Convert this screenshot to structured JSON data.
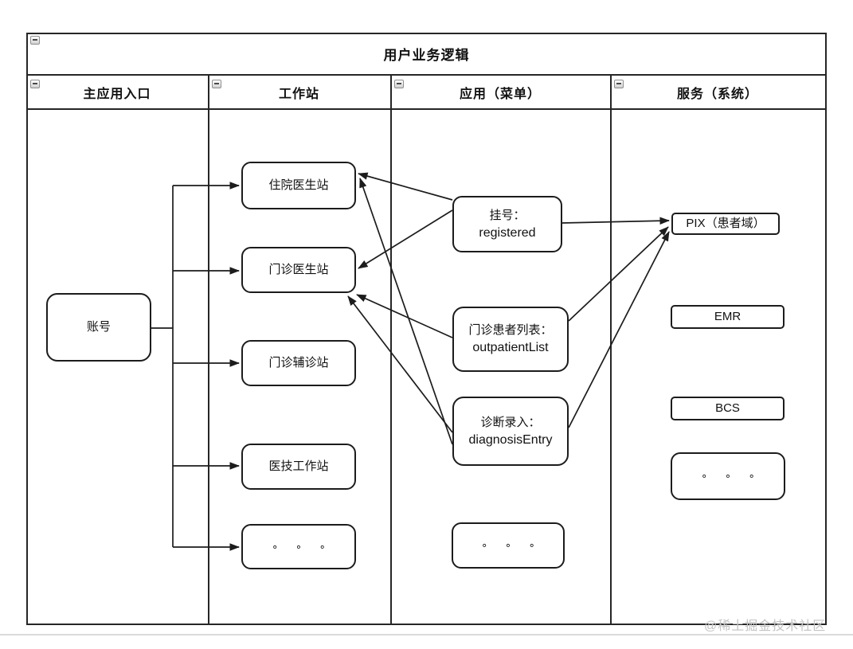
{
  "diagram": {
    "title": "用户业务逻辑",
    "watermark": "@稀土掘金技术社区",
    "colors": {
      "stroke": "#1c1c1c",
      "frame": "#262626",
      "watermark": "#c3c3c3",
      "background": "#ffffff"
    },
    "lanes": [
      {
        "id": "main-entry",
        "label": "主应用入口"
      },
      {
        "id": "workstation",
        "label": "工作站"
      },
      {
        "id": "app-menu",
        "label": "应用（菜单）"
      },
      {
        "id": "service-system",
        "label": "服务（系统）"
      }
    ],
    "nodes": [
      {
        "id": "account",
        "lane": "main-entry",
        "lines": [
          "账号"
        ]
      },
      {
        "id": "ws-inpatient-doctor",
        "lane": "workstation",
        "lines": [
          "住院医生站"
        ]
      },
      {
        "id": "ws-outpatient-doctor",
        "lane": "workstation",
        "lines": [
          "门诊医生站"
        ]
      },
      {
        "id": "ws-outpatient-assist",
        "lane": "workstation",
        "lines": [
          "门诊辅诊站"
        ]
      },
      {
        "id": "ws-medtech",
        "lane": "workstation",
        "lines": [
          "医技工作站"
        ]
      },
      {
        "id": "ws-more",
        "lane": "workstation",
        "lines": [
          "∘ ∘ ∘"
        ]
      },
      {
        "id": "menu-registered",
        "lane": "app-menu",
        "lines": [
          "挂号：",
          "registered"
        ]
      },
      {
        "id": "menu-outpatient-list",
        "lane": "app-menu",
        "lines": [
          "门诊患者列表：",
          "outpatientList"
        ]
      },
      {
        "id": "menu-diagnosis-entry",
        "lane": "app-menu",
        "lines": [
          "诊断录入：",
          "diagnosisEntry"
        ]
      },
      {
        "id": "menu-more",
        "lane": "app-menu",
        "lines": [
          "∘ ∘ ∘"
        ]
      },
      {
        "id": "svc-pix",
        "lane": "service-system",
        "lines": [
          "PIX（患者域）"
        ]
      },
      {
        "id": "svc-emr",
        "lane": "service-system",
        "lines": [
          "EMR"
        ]
      },
      {
        "id": "svc-bcs",
        "lane": "service-system",
        "lines": [
          "BCS"
        ]
      },
      {
        "id": "svc-more",
        "lane": "service-system",
        "lines": [
          "∘ ∘ ∘"
        ]
      }
    ],
    "edges": [
      {
        "name": "account-to-trunk",
        "from": "account",
        "to": "trunk",
        "arrow": false,
        "points": [
          [
            190,
            412
          ],
          [
            217,
            412
          ]
        ]
      },
      {
        "name": "trunk-vertical",
        "from": "trunk",
        "to": "trunk",
        "arrow": false,
        "points": [
          [
            217,
            233
          ],
          [
            217,
            687
          ]
        ]
      },
      {
        "name": "trunk-to-inpatient-doctor",
        "from": "account",
        "to": "ws-inpatient-doctor",
        "arrow": true,
        "points": [
          [
            217,
            233
          ],
          [
            300,
            233
          ]
        ]
      },
      {
        "name": "trunk-to-outpatient-doctor",
        "from": "account",
        "to": "ws-outpatient-doctor",
        "arrow": true,
        "points": [
          [
            217,
            340
          ],
          [
            300,
            340
          ]
        ]
      },
      {
        "name": "trunk-to-outpatient-assist",
        "from": "account",
        "to": "ws-outpatient-assist",
        "arrow": true,
        "points": [
          [
            217,
            456
          ],
          [
            300,
            456
          ]
        ]
      },
      {
        "name": "trunk-to-medtech",
        "from": "account",
        "to": "ws-medtech",
        "arrow": true,
        "points": [
          [
            217,
            585
          ],
          [
            300,
            585
          ]
        ]
      },
      {
        "name": "trunk-to-ws-more",
        "from": "account",
        "to": "ws-more",
        "arrow": true,
        "points": [
          [
            217,
            687
          ],
          [
            300,
            687
          ]
        ]
      },
      {
        "name": "registered-to-inpatient-doctor",
        "from": "menu-registered",
        "to": "ws-inpatient-doctor",
        "arrow": true,
        "points": [
          [
            568,
            251
          ],
          [
            450,
            218
          ]
        ]
      },
      {
        "name": "registered-to-outpatient-doctor",
        "from": "menu-registered",
        "to": "ws-outpatient-doctor",
        "arrow": true,
        "points": [
          [
            568,
            264
          ],
          [
            450,
            337
          ]
        ]
      },
      {
        "name": "registered-to-pix",
        "from": "menu-registered",
        "to": "svc-pix",
        "arrow": true,
        "points": [
          [
            706,
            280
          ],
          [
            840,
            277
          ]
        ]
      },
      {
        "name": "outpatient-list-to-outpatient-doctor",
        "from": "menu-outpatient-list",
        "to": "ws-outpatient-doctor",
        "arrow": true,
        "points": [
          [
            568,
            424
          ],
          [
            448,
            370
          ]
        ]
      },
      {
        "name": "outpatient-list-to-pix",
        "from": "menu-outpatient-list",
        "to": "svc-pix",
        "arrow": true,
        "points": [
          [
            714,
            403
          ],
          [
            839,
            285
          ]
        ]
      },
      {
        "name": "diagnosis-entry-to-outpatient-doctor",
        "from": "menu-diagnosis-entry",
        "to": "ws-outpatient-doctor",
        "arrow": true,
        "points": [
          [
            568,
            543
          ],
          [
            437,
            372
          ]
        ]
      },
      {
        "name": "diagnosis-entry-to-inpatient-doctor",
        "from": "menu-diagnosis-entry",
        "to": "ws-inpatient-doctor",
        "arrow": true,
        "points": [
          [
            568,
            558
          ],
          [
            452,
            224
          ]
        ]
      },
      {
        "name": "diagnosis-entry-to-pix",
        "from": "menu-diagnosis-entry",
        "to": "svc-pix",
        "arrow": true,
        "points": [
          [
            714,
            537
          ],
          [
            840,
            291
          ]
        ]
      }
    ]
  }
}
